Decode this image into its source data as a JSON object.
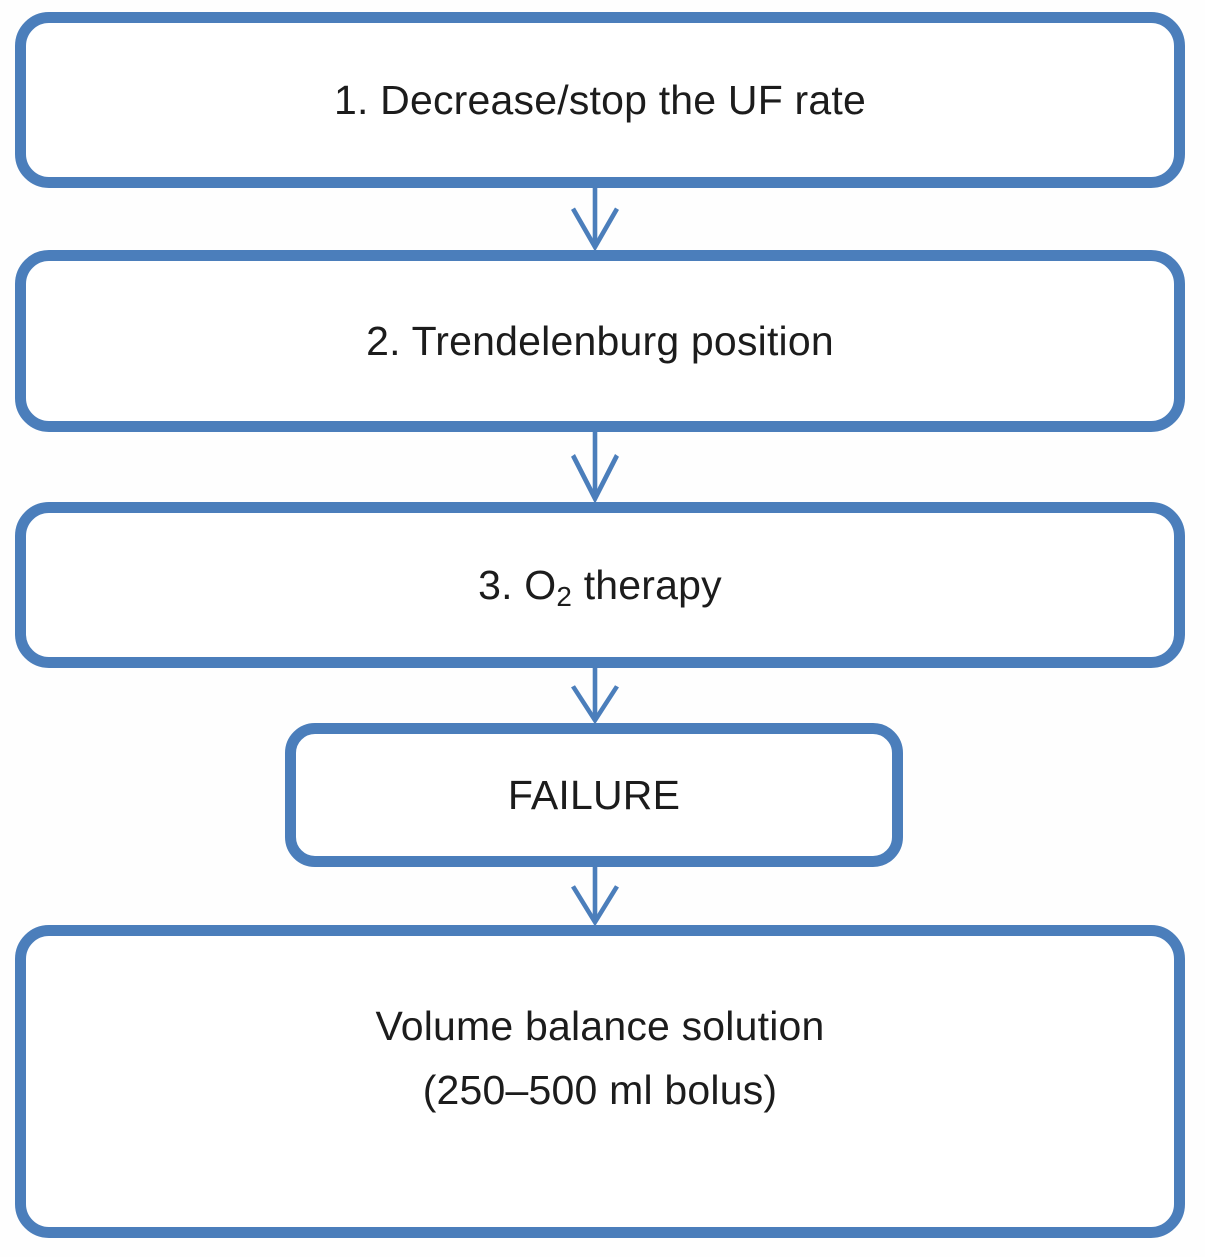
{
  "figure": {
    "type": "flowchart",
    "direction": "top-down",
    "description": "Stepwise management flowchart ending in volume bolus after failure"
  },
  "colors": {
    "box_border": "#4b7ebb",
    "box_fill": "#ffffff",
    "arrow": "#4b7ebb",
    "text": "#1c1c1c",
    "background": "#fefefe"
  },
  "flowchart": {
    "nodes": [
      {
        "id": "step-1",
        "label": "1. Decrease/stop the UF rate"
      },
      {
        "id": "step-2",
        "label": "2. Trendelenburg position"
      },
      {
        "id": "step-3",
        "label_prefix": "3. O",
        "label_sub": "2",
        "label_suffix": " therapy"
      },
      {
        "id": "failure",
        "label": "FAILURE"
      },
      {
        "id": "step-4",
        "label_line1": "Volume balance solution",
        "label_line2": "(250–500 ml bolus)"
      }
    ],
    "connections": [
      {
        "from": "step-1",
        "to": "step-2"
      },
      {
        "from": "step-2",
        "to": "step-3"
      },
      {
        "from": "step-3",
        "to": "failure"
      },
      {
        "from": "failure",
        "to": "step-4"
      }
    ]
  }
}
